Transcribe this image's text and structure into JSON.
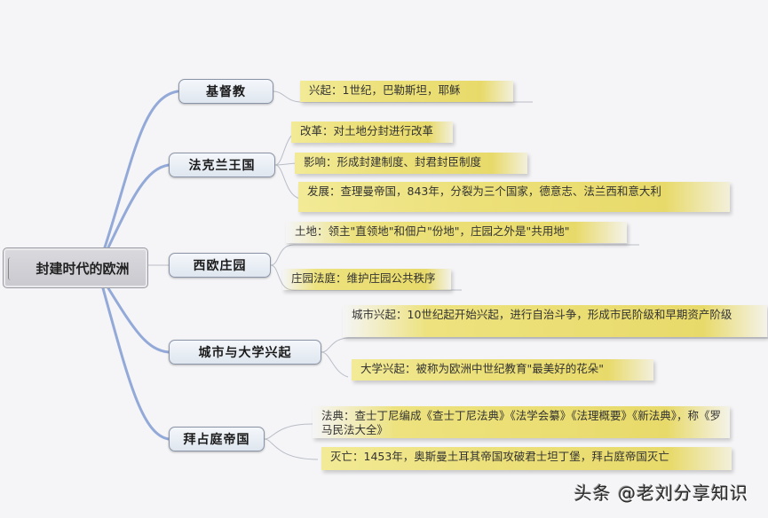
{
  "root": {
    "label": "封建时代的欧洲"
  },
  "topics": [
    {
      "label": "基督教",
      "notes": [
        "兴起：1世纪，巴勒斯坦，耶稣"
      ]
    },
    {
      "label": "法克兰王国",
      "notes": [
        "改革：对土地分封进行改革",
        "影响：形成封建制度、封君封臣制度",
        "发展：查理曼帝国，843年，分裂为三个国家，德意志、法兰西和意大利"
      ]
    },
    {
      "label": "西欧庄园",
      "notes": [
        "土地：领主\"直领地\"和佃户\"份地\"，庄园之外是\"共用地\"",
        "庄园法庭：维护庄园公共秩序"
      ]
    },
    {
      "label": "城市与大学兴起",
      "notes": [
        "城市兴起：10世纪起开始兴起，进行自治斗争，形成市民阶级和早期资产阶级",
        "大学兴起：被称为欧洲中世纪教育\"最美好的花朵\""
      ]
    },
    {
      "label": "拜占庭帝国",
      "notes": [
        "法典：查士丁尼编成《查士丁尼法典》《法学会纂》《法理概要》《新法典》，称《罗马民法大全》",
        "灭亡：1453年，奥斯曼土耳其帝国攻破君士坦丁堡，拜占庭帝国灭亡"
      ]
    }
  ],
  "watermark": "头条 @老刘分享知识",
  "colors": {
    "background": "#f5f5f7",
    "note_yellow": "#e8da6a",
    "main_branch": "#8fa6d6",
    "sub_branch": "#b8bcc6",
    "topic_border": "#8a94a6"
  }
}
